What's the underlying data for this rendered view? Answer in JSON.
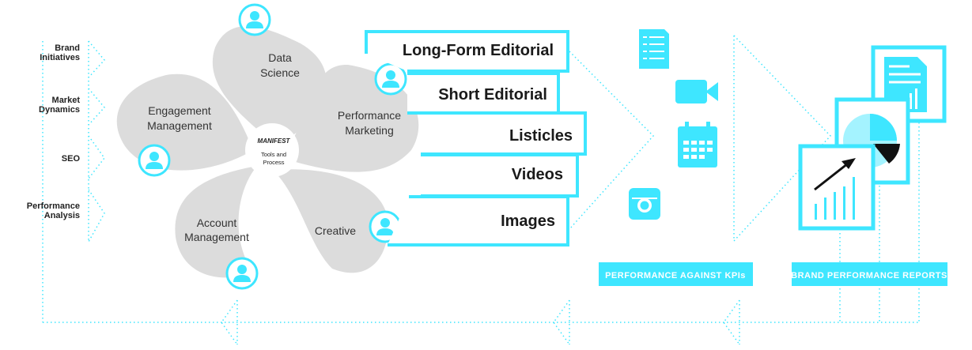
{
  "colors": {
    "accent": "#3ee6ff",
    "petal": "#dcdcdc",
    "text": "#1a1a1a",
    "white": "#ffffff"
  },
  "inputs": [
    {
      "label_line1": "Brand",
      "label_line2": "Initiatives"
    },
    {
      "label_line1": "Market",
      "label_line2": "Dynamics"
    },
    {
      "label_line1": "SEO",
      "label_line2": ""
    },
    {
      "label_line1": "Performance",
      "label_line2": "Analysis"
    }
  ],
  "petals": [
    {
      "line1": "Data",
      "line2": "Science"
    },
    {
      "line1": "Performance",
      "line2": "Marketing"
    },
    {
      "line1": "Creative",
      "line2": ""
    },
    {
      "line1": "Account",
      "line2": "Management"
    },
    {
      "line1": "Engagement",
      "line2": "Management"
    }
  ],
  "center": {
    "logo": "MANIFEST",
    "line1": "Tools and",
    "line2": "Process"
  },
  "content_types": [
    "Long-Form Editorial",
    "Short Editorial",
    "Listicles",
    "Videos",
    "Images"
  ],
  "icons": [
    "document-icon",
    "video-camera-icon",
    "calendar-icon",
    "instagram-icon"
  ],
  "badges": {
    "kpi": "PERFORMANCE AGAINST KPIs",
    "reports": "BRAND PERFORMANCE REPORTS"
  }
}
